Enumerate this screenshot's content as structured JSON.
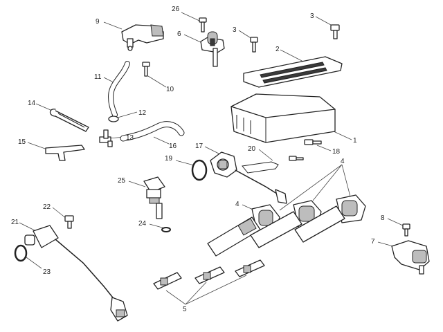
{
  "callouts": [
    {
      "id": "c26a",
      "label": "26"
    },
    {
      "id": "c9",
      "label": "9"
    },
    {
      "id": "c3a",
      "label": "3"
    },
    {
      "id": "c3b",
      "label": "3"
    },
    {
      "id": "c6",
      "label": "6"
    },
    {
      "id": "c2",
      "label": "2"
    },
    {
      "id": "c11",
      "label": "11"
    },
    {
      "id": "c10",
      "label": "10"
    },
    {
      "id": "c14",
      "label": "14"
    },
    {
      "id": "c12",
      "label": "12"
    },
    {
      "id": "c13",
      "label": "13"
    },
    {
      "id": "c16",
      "label": "16"
    },
    {
      "id": "c15",
      "label": "15"
    },
    {
      "id": "c17",
      "label": "17"
    },
    {
      "id": "c20",
      "label": "20"
    },
    {
      "id": "c18",
      "label": "18"
    },
    {
      "id": "c1",
      "label": "1"
    },
    {
      "id": "c19",
      "label": "19"
    },
    {
      "id": "c4a",
      "label": "4"
    },
    {
      "id": "c25",
      "label": "25"
    },
    {
      "id": "c4b",
      "label": "4"
    },
    {
      "id": "c22",
      "label": "22"
    },
    {
      "id": "c21",
      "label": "21"
    },
    {
      "id": "c24",
      "label": "24"
    },
    {
      "id": "c8",
      "label": "8"
    },
    {
      "id": "c7",
      "label": "7"
    },
    {
      "id": "c23",
      "label": "23"
    },
    {
      "id": "c5",
      "label": "5"
    }
  ]
}
